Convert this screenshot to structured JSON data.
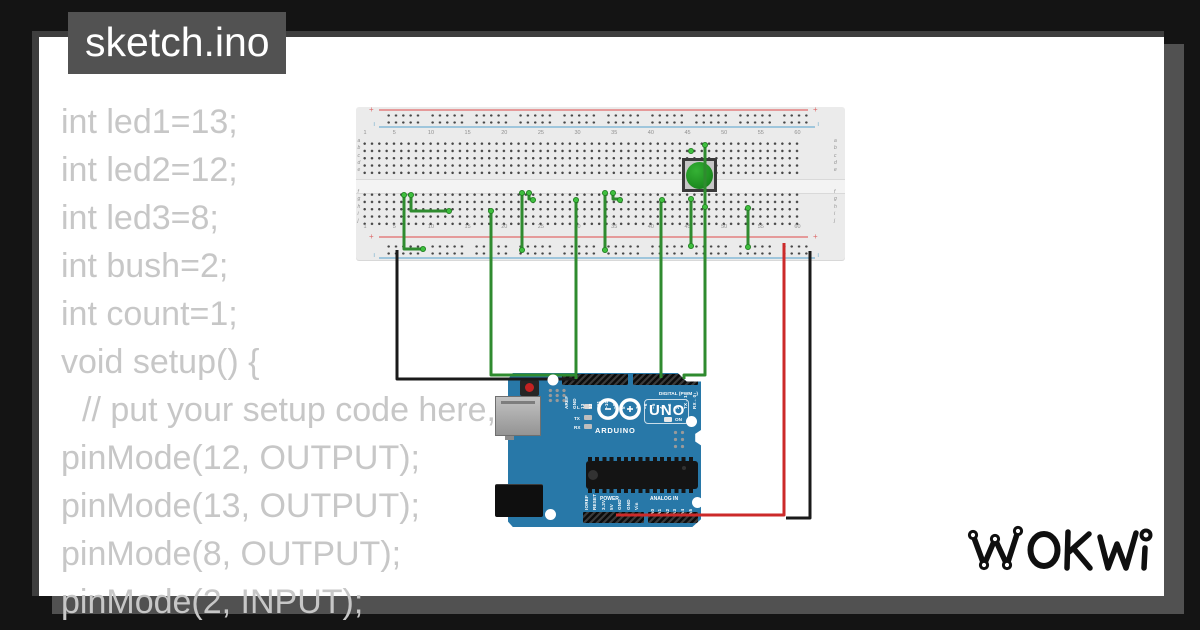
{
  "window": {
    "title": "sketch.ino"
  },
  "code": {
    "lines": [
      "int led1=13;",
      "int led2=12;",
      "int led3=8;",
      "int bush=2;",
      "int count=1;",
      "void setup() {",
      "// put your setup code here, to run once:",
      "pinMode(12, OUTPUT);",
      "pinMode(13, OUTPUT);",
      "pinMode(8, OUTPUT);",
      "pinMode(2, INPUT);"
    ]
  },
  "brand": {
    "logo_text": "WOKWI"
  },
  "breadboard": {
    "column_numbers": [
      "1",
      "5",
      "10",
      "15",
      "20",
      "25",
      "30",
      "35",
      "40",
      "45",
      "50",
      "55",
      "60"
    ],
    "row_letters_top": [
      "a",
      "b",
      "c",
      "d",
      "e"
    ],
    "row_letters_bottom": [
      "f",
      "g",
      "h",
      "i",
      "j"
    ],
    "plus_sign": "+",
    "minus_sign": "−"
  },
  "arduino": {
    "digital_label": "DIGITAL (PWM ~)",
    "top_pins_left": [
      "AREF",
      "GND",
      "13",
      "12",
      "~11",
      "~10",
      "~9",
      "8"
    ],
    "top_pins_right": [
      "7",
      "~6",
      "~5",
      "4",
      "~3",
      "2",
      "TX→1",
      "RX←0"
    ],
    "logo_text": "UNO",
    "brand_text": "ARDUINO",
    "power_label": "POWER",
    "analog_label": "ANALOG IN",
    "bottom_pins_left": [
      "IOREF",
      "RESET",
      "3.3V",
      "5V",
      "GND",
      "GND",
      "Vin"
    ],
    "bottom_pins_right": [
      "A0",
      "A1",
      "A2",
      "A3",
      "A4",
      "A5"
    ],
    "led_l": "L",
    "led_tx": "TX",
    "led_rx": "RX",
    "led_on": "ON"
  },
  "colors": {
    "background": "#141414",
    "card_shadow": "#515151",
    "title_bg": "#525252",
    "code_text": "#c7c7c7",
    "breadboard": "#ebebeb",
    "arduino_blue": "#2878a8",
    "wire_green": "#2f8b2f",
    "wire_red": "#cc2a2a",
    "wire_black": "#1a1a1a",
    "led_red": "#c93333",
    "led_yellow": "#d5c832",
    "led_blue": "#4545c0",
    "button_green": "#1f9021"
  }
}
